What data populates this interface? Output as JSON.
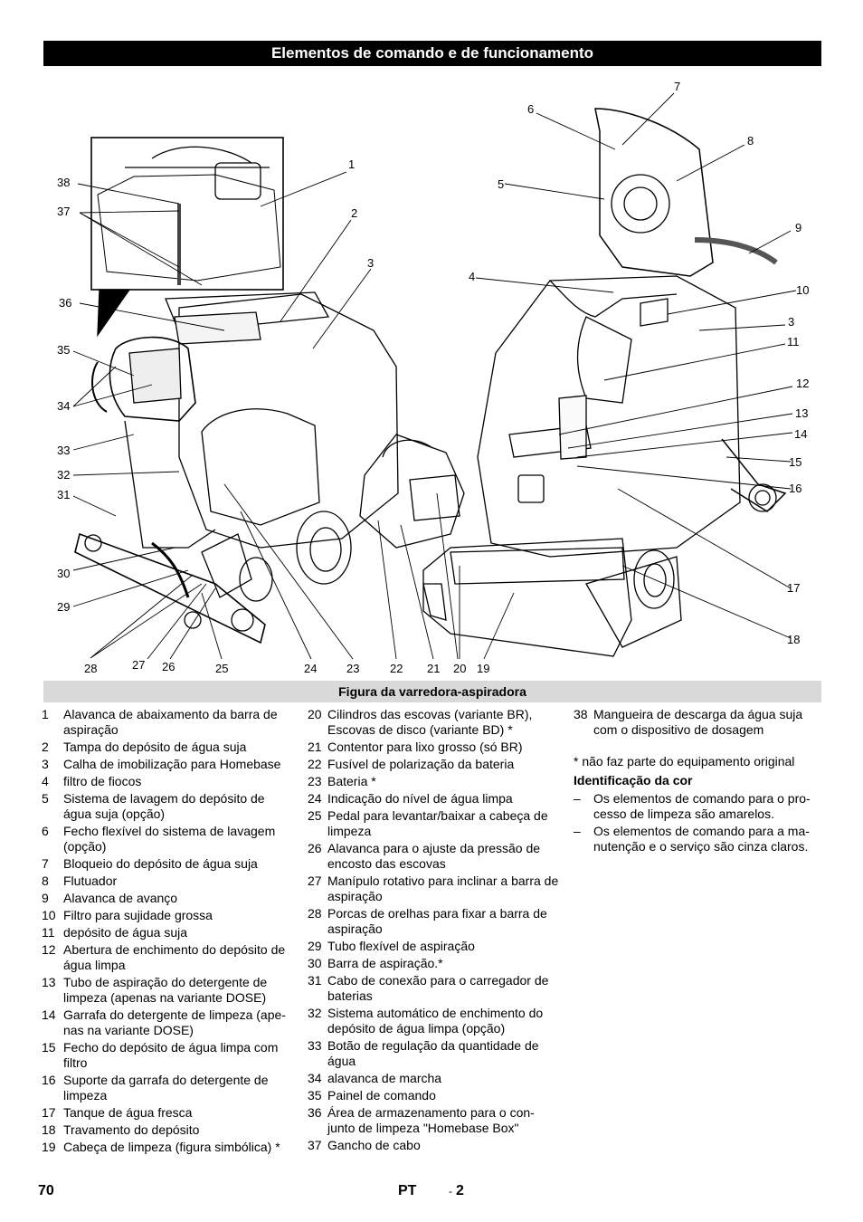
{
  "header": {
    "title": "Elementos de comando e de funcionamento"
  },
  "figure": {
    "caption": "Figura da varredora-aspiradora",
    "callouts": [
      "1",
      "2",
      "3",
      "38",
      "37",
      "36",
      "35",
      "34",
      "33",
      "32",
      "31",
      "30",
      "29",
      "28",
      "27",
      "26",
      "25",
      "24",
      "23",
      "22",
      "21",
      "20",
      "19",
      "7",
      "6",
      "8",
      "5",
      "9",
      "4",
      "10",
      "3",
      "11",
      "12",
      "13",
      "14",
      "15",
      "16",
      "17",
      "18"
    ]
  },
  "legend": {
    "col1": [
      {
        "num": "1",
        "text": "Alavanca de abaixamento da barra de aspiração"
      },
      {
        "num": "2",
        "text": "Tampa do depósito de água suja"
      },
      {
        "num": "3",
        "text": "Calha de imobilização para Homebase"
      },
      {
        "num": "4",
        "text": "filtro de fiocos"
      },
      {
        "num": "5",
        "text": "Sistema de lavagem do depósito de água suja (opção)"
      },
      {
        "num": "6",
        "text": "Fecho flexível do sistema de lavagem (opção)"
      },
      {
        "num": "7",
        "text": "Bloqueio do depósito de água suja"
      },
      {
        "num": "8",
        "text": "Flutuador"
      },
      {
        "num": "9",
        "text": "Alavanca de avanço"
      },
      {
        "num": "10",
        "text": "Filtro para sujidade grossa"
      },
      {
        "num": "11",
        "text": "depósito de água suja"
      },
      {
        "num": "12",
        "text": "Abertura de enchimento do depósito de água limpa"
      },
      {
        "num": "13",
        "text": "Tubo de aspiração do detergente de limpeza (apenas na variante DOSE)"
      },
      {
        "num": "14",
        "text": "Garrafa do detergente de limpeza (ape-nas na variante DOSE)"
      },
      {
        "num": "15",
        "text": "Fecho do depósito de água limpa com filtro"
      },
      {
        "num": "16",
        "text": "Suporte da garrafa do detergente de limpeza"
      },
      {
        "num": "17",
        "text": "Tanque de água fresca"
      },
      {
        "num": "18",
        "text": "Travamento do depósito"
      },
      {
        "num": "19",
        "text": "Cabeça de limpeza (figura simbólica) *"
      }
    ],
    "col2": [
      {
        "num": "20",
        "text": "Cilindros das escovas (variante BR), Escovas de disco (variante BD) *"
      },
      {
        "num": "21",
        "text": "Contentor para lixo grosso (só BR)"
      },
      {
        "num": "22",
        "text": "Fusível de polarização da bateria"
      },
      {
        "num": "23",
        "text": "Bateria *"
      },
      {
        "num": "24",
        "text": "Indicação do nível de água limpa"
      },
      {
        "num": "25",
        "text": "Pedal para levantar/baixar a cabeça de limpeza"
      },
      {
        "num": "26",
        "text": "Alavanca para o ajuste da pressão de encosto das escovas"
      },
      {
        "num": "27",
        "text": "Manípulo rotativo para inclinar a barra de aspiração"
      },
      {
        "num": "28",
        "text": "Porcas de orelhas para fixar a barra de aspiração"
      },
      {
        "num": "29",
        "text": "Tubo flexível de aspiração"
      },
      {
        "num": "30",
        "text": "Barra de aspiração.*"
      },
      {
        "num": "31",
        "text": "Cabo de conexão para o carregador de baterias"
      },
      {
        "num": "32",
        "text": "Sistema automático de enchimento do depósito de água limpa (opção)"
      },
      {
        "num": "33",
        "text": "Botão de regulação da quantidade de água"
      },
      {
        "num": "34",
        "text": "alavanca de marcha"
      },
      {
        "num": "35",
        "text": "Painel de comando"
      },
      {
        "num": "36",
        "text": "Área de armazenamento para o con-junto de limpeza \"Homebase Box\""
      },
      {
        "num": "37",
        "text": "Gancho de cabo"
      }
    ],
    "col3": [
      {
        "num": "38",
        "text": "Mangueira de descarga da água suja com o dispositivo de dosagem"
      }
    ],
    "note": "* não faz parte do equipamento original",
    "color_heading": "Identificação da cor",
    "color_items": [
      {
        "dash": "–",
        "text": "Os elementos de comando para o pro-cesso de limpeza são amarelos."
      },
      {
        "dash": "–",
        "text": "Os elementos de comando para a ma-nutenção e o serviço são cinza claros."
      }
    ]
  },
  "footer": {
    "page": "70",
    "lang": "PT",
    "dash": "-",
    "sub": "2"
  }
}
